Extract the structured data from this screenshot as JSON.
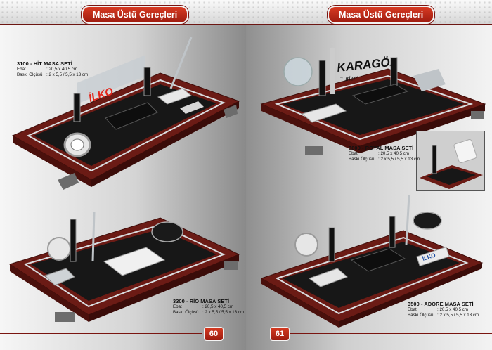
{
  "header": {
    "left_title": "Masa Üstü Gereçleri",
    "right_title": "Masa Üstü Gereçleri"
  },
  "pages": {
    "left_number": "60",
    "right_number": "61"
  },
  "products": [
    {
      "title": "3100 - HİT MASA SETİ",
      "size_label": "Ebat",
      "size_value": ": 20,5 x 40,5 cm",
      "print_label": "Baskı Ölçüsü",
      "print_value": ": 2 x 5,5 / 5,5 x 13 cm",
      "logo_text": "İLKO"
    },
    {
      "title": "3600 - ROYAL MASA SETİ",
      "size_label": "Ebat",
      "size_value": ": 20,5 x 40,5 cm",
      "print_label": "Baskı Ölçüsü",
      "print_value": ": 2 x 5,5 / 5,5 x 13 cm",
      "logo_text": "KARAGÖZ",
      "logo_sub": "Turizm"
    },
    {
      "title": "3300 - RİO MASA SETİ",
      "size_label": "Ebat",
      "size_value": ": 20,5 x 40,5 cm",
      "print_label": "Baskı Ölçüsü",
      "print_value": ": 2 x 5,5 / 5,5 x 13 cm"
    },
    {
      "title": "3500 - ADORE MASA SETİ",
      "size_label": "Ebat",
      "size_value": ": 20,5 x 40,5 cm",
      "print_label": "Baskı Ölçüsü",
      "print_value": ": 2 x 5,5 / 5,5 x 13 cm",
      "logo_text": "İLKO"
    }
  ],
  "colors": {
    "accent": "#b52614",
    "wood": "#6e1c16",
    "leather": "#1a1a1a",
    "chrome": "#cfd3d6"
  }
}
